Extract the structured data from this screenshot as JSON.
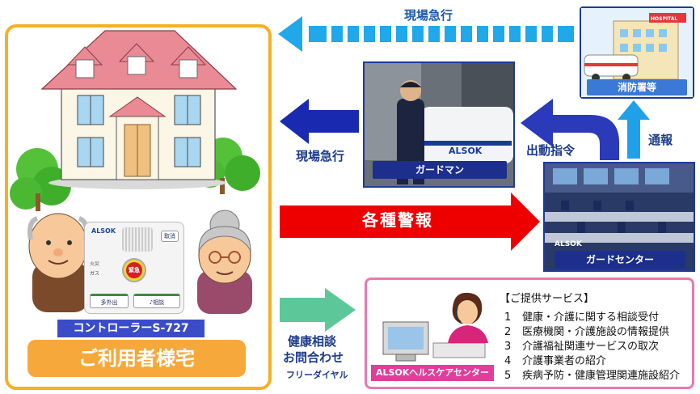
{
  "home": {
    "controller_label": "コントローラーS-727",
    "title": "ご利用者様宅",
    "device_brand": "ALSOK",
    "device_buttons": [
      "緊急",
      "多外出",
      "♪相談"
    ],
    "device_side_labels": [
      "取消",
      "火災",
      "ガス"
    ]
  },
  "labels": {
    "top_arrow": "現場急行",
    "mid_arrow": "現場急行",
    "dispatch": "出動指令",
    "report": "通報",
    "alarm": "各種警報",
    "consult_line1": "健康相談",
    "consult_line2": "お問合わせ",
    "consult_line3": "フリーダイヤル"
  },
  "guardman": {
    "caption": "ガードマン",
    "car_logo": "ALSOK"
  },
  "fire_station": {
    "caption": "消防署等",
    "sign": "HOSPITAL"
  },
  "guard_center": {
    "caption": "ガードセンター",
    "wall_logo": "ALSOK"
  },
  "health_care": {
    "caption": "ALSOKヘルスケアセンター",
    "services_title": "【ご提供サービス】",
    "services": [
      {
        "num": "1",
        "text": "健康・介護に関する相談受付"
      },
      {
        "num": "2",
        "text": "医療機関・介護施設の情報提供"
      },
      {
        "num": "3",
        "text": "介護福祉関連サービスの取次"
      },
      {
        "num": "4",
        "text": "介護事業者の紹介"
      },
      {
        "num": "5",
        "text": "疾病予防・健康管理関連施設紹介"
      }
    ]
  },
  "colors": {
    "home_border": "#f6b021",
    "home_title_bg": "#f6a83a",
    "controller_bg": "#3b4cc9",
    "top_arrow": "#20a8e8",
    "mid_arrow": "#1a2ab0",
    "dispatch_arrow": "#2a3ab8",
    "report_arrow": "#20a0e8",
    "alarm_arrow": "#ee0000",
    "consult_arrow": "#5cc89a",
    "care_border": "#e878b0",
    "care_caption": "#e23d9a",
    "caption_bar": "#1d2f8c"
  }
}
